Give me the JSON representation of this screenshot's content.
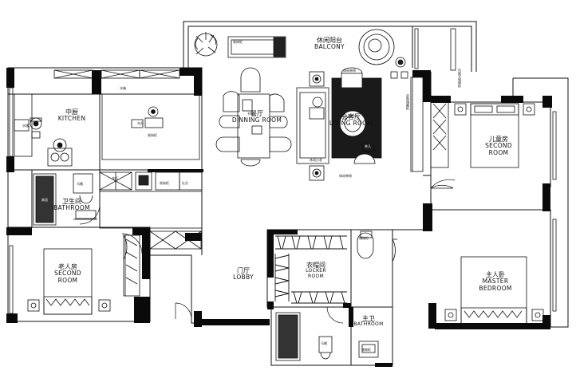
{
  "rooms": {
    "balcony": {
      "cn": "休闲阳台",
      "en": "BALCONY"
    },
    "kitchen": {
      "cn": "中厨",
      "en": "KITCHEN"
    },
    "dining": {
      "cn": "餐厅",
      "en": "DINNING ROOM"
    },
    "living": {
      "cn": "会客厅",
      "en": "LIVING ROOM"
    },
    "child_room": {
      "cn": "儿童房",
      "en1": "SECOND",
      "en2": "ROOM"
    },
    "bathroom_left": {
      "cn": "卫生间",
      "en": "BATHROOM"
    },
    "elder_room": {
      "cn": "老人房",
      "en1": "SECOND",
      "en2": "ROOM"
    },
    "lobby": {
      "cn": "门厅",
      "en": "LOBBY"
    },
    "locker": {
      "cn": "衣帽间",
      "en1": "LOCKER",
      "en2": "ROOM"
    },
    "master": {
      "cn": "主人卧",
      "en1": "MASTER",
      "en2": "BEDROOM"
    },
    "bathroom_master": {
      "cn": "主卫",
      "en": "BATHROOM"
    }
  },
  "annotations": {
    "sofa": "休闲沙发",
    "chair1": "休闲单椅",
    "chair2": "休闲单椅",
    "tea": "茶几",
    "toilet1": "马桶",
    "toilet2": "马桶",
    "shower": "淋浴",
    "fridge": "冰箱",
    "island": "岛台",
    "cabinet1": "收纳柜",
    "cabinet2": "收纳柜",
    "stove": "灶台",
    "sink": "水槽",
    "cab3": "储物柜",
    "cab4": "储物柜",
    "wardrobe": "衣柜",
    "desk": "书桌",
    "sidebar": "装饰柜",
    "vtext": "内嵌式储物柜",
    "vtext2": "定制储藏柜"
  }
}
